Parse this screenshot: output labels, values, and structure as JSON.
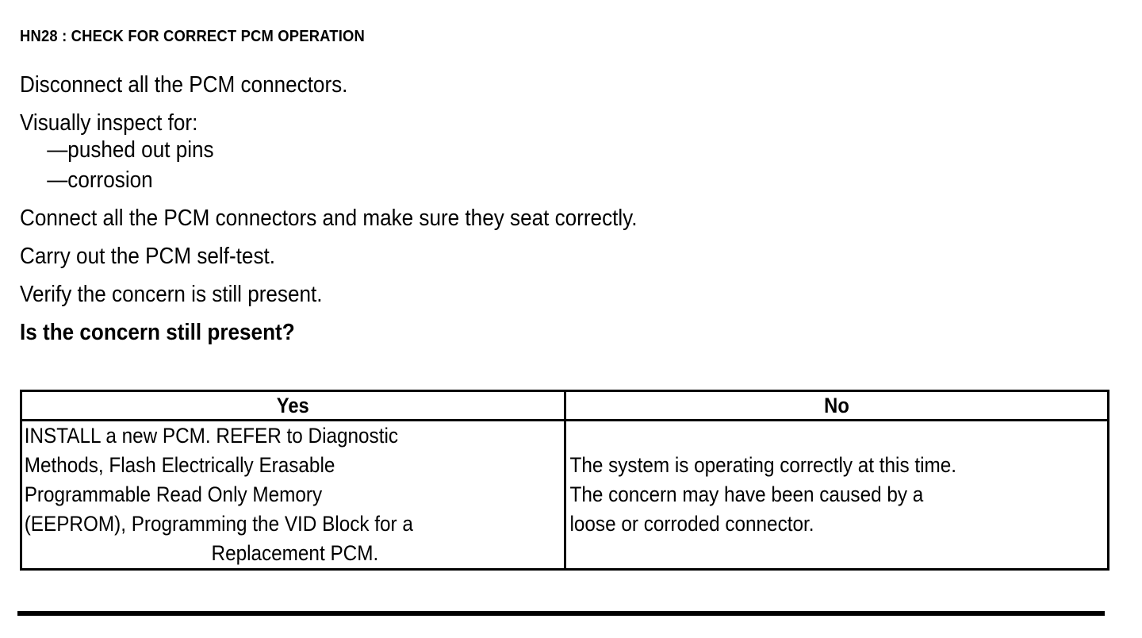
{
  "document": {
    "step_title": "HN28 : CHECK FOR CORRECT PCM OPERATION",
    "instructions": [
      {
        "text": "Disconnect all the PCM connectors.",
        "style": "normal"
      },
      {
        "text": "Visually inspect for:",
        "style": "normal"
      },
      {
        "text": "—pushed out pins",
        "style": "dash"
      },
      {
        "text": "—corrosion",
        "style": "dash"
      },
      {
        "text": "Connect all the PCM connectors and make sure they seat correctly.",
        "style": "normal"
      },
      {
        "text": "Carry out the PCM self-test.",
        "style": "normal"
      },
      {
        "text": "Verify the concern is still present.",
        "style": "normal"
      },
      {
        "text": "Is the concern still present?",
        "style": "bold"
      }
    ],
    "decision_table": {
      "headers": {
        "yes": "Yes",
        "no": "No"
      },
      "yes_cell": {
        "lines": [
          "INSTALL a new PCM. REFER to Diagnostic",
          "Methods, Flash Electrically Erasable",
          "Programmable Read Only Memory",
          "(EEPROM), Programming the VID Block for a",
          "Replacement PCM."
        ],
        "last_line_centered": true
      },
      "no_cell": {
        "lines": [
          "The system is operating correctly at this time.",
          "The concern may have been caused by a",
          "loose or corroded connector."
        ],
        "last_line_centered": false
      }
    },
    "colors": {
      "ink": "#000000",
      "paper": "#ffffff"
    }
  }
}
